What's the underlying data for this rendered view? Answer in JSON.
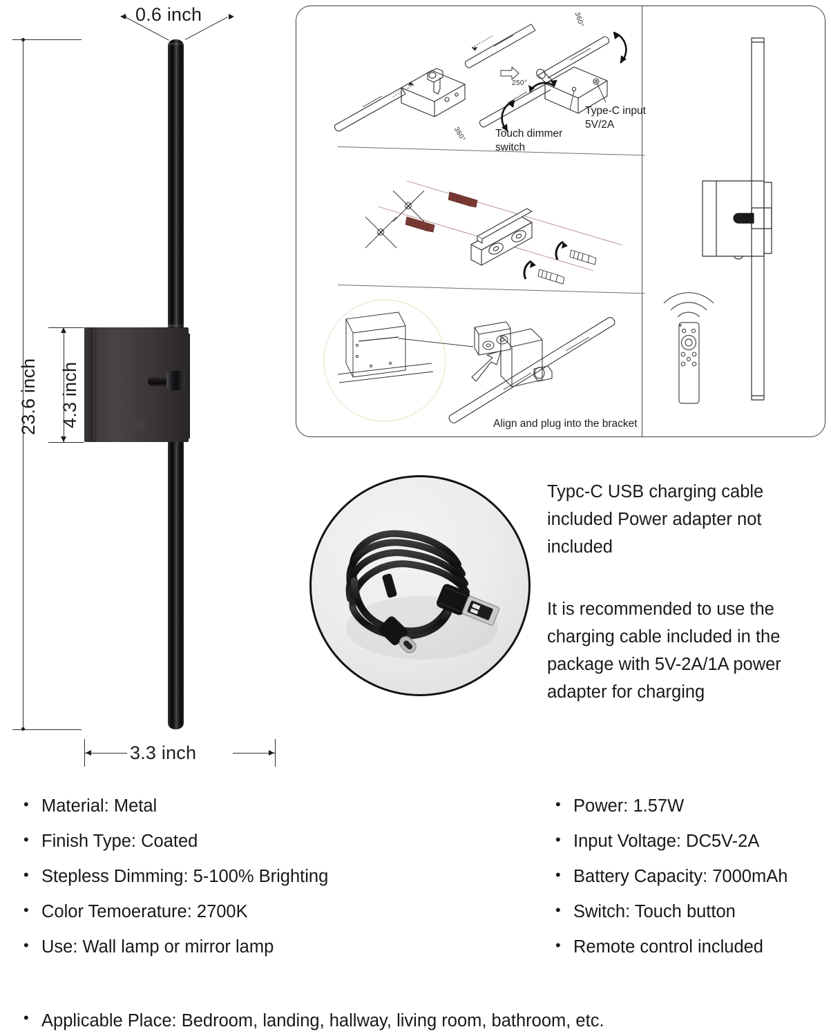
{
  "product": {
    "name": "LED wall sconce lamp",
    "dimensions": {
      "width_top": "0.6 inch",
      "height_total": "23.6 inch",
      "mount_height": "4.3 inch",
      "depth": "3.3 inch"
    }
  },
  "instruction_panel": {
    "step1": {
      "label_typec": "Type-C input\n5V/2A",
      "label_touch": "Touch dimmer\nswitch",
      "angle_rod_top": "360°",
      "angle_rod_bottom": "360°",
      "angle_joint": "250°"
    },
    "step3": {
      "label_align": "Align and plug into the bracket"
    },
    "right_view": {
      "caption": ""
    }
  },
  "notes": {
    "cable_note": "Typc-C USB charging cable included Power adapter not included",
    "charging_note": "It is recommended to use the charging cable included in the package with 5V-2A/1A power adapter for charging"
  },
  "specs": {
    "left": [
      "Material: Metal",
      "Finish Type: Coated",
      "Stepless Dimming: 5-100% Brighting",
      "Color Temoerature: 2700K",
      "Use: Wall lamp or mirror lamp"
    ],
    "right": [
      "Power: 1.57W",
      "Input Voltage: DC5V-2A",
      "Battery Capacity: 7000mAh",
      "Switch: Touch button",
      "Remote control included"
    ],
    "wide": "Applicable Place: Bedroom, landing, hallway, living room, bathroom, etc."
  },
  "colors": {
    "product_black": "#1a1a1c",
    "line": "#3c3c3c",
    "text": "#181818",
    "anchor_brown": "#7a3a34"
  }
}
